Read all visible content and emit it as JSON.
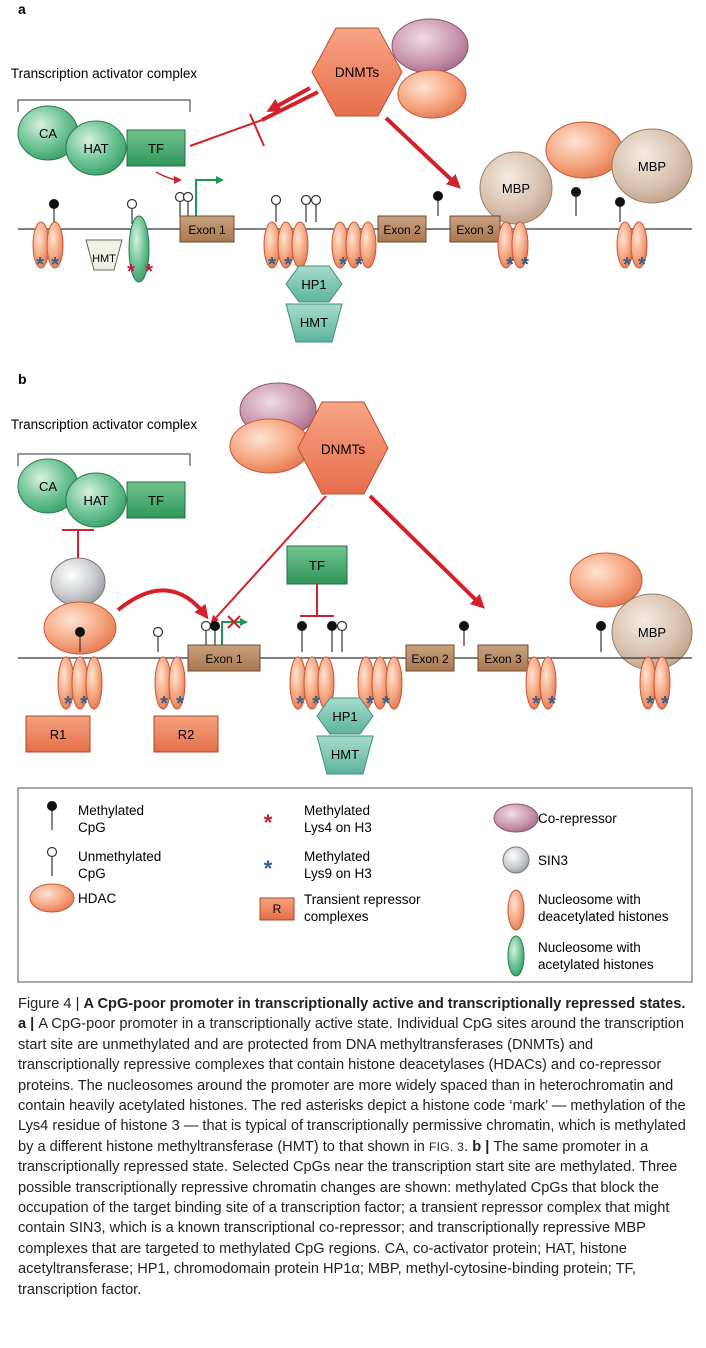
{
  "colors": {
    "nucleosome_deacetylated": "#f5a07a",
    "nucleosome_acetylated": "#5fb98a",
    "dnmt": "#f08563",
    "co_repressor": "#c890a8",
    "mbp": "#d6bfac",
    "exon": "#b88a66",
    "hp1": "#7ec8b4",
    "tf": "#42a86a",
    "arrow_red": "#d4202a",
    "arrow_green": "#1a9a50",
    "mark_red": "#c8183c",
    "mark_blue": "#34608a"
  },
  "panel_a": {
    "label": "a",
    "activator_title": "Transcription activator complex",
    "ca": "CA",
    "hat": "HAT",
    "tf": "TF",
    "dnmts": "DNMTs",
    "exon1": "Exon 1",
    "exon2": "Exon 2",
    "exon3": "Exon 3",
    "mbp": "MBP",
    "hp1": "HP1",
    "hmt": "HMT",
    "hmt_small": "HMT"
  },
  "panel_b": {
    "label": "b",
    "activator_title": "Transcription activator complex",
    "ca": "CA",
    "hat": "HAT",
    "tf": "TF",
    "tf_bound": "TF",
    "dnmts": "DNMTs",
    "exon1": "Exon 1",
    "exon2": "Exon 2",
    "exon3": "Exon 3",
    "mbp": "MBP",
    "hp1": "HP1",
    "hmt": "HMT",
    "r1": "R1",
    "r2": "R2"
  },
  "legend": {
    "methylated_cpg": "Methylated CpG",
    "unmethylated_cpg": "Unmethylated CpG",
    "hdac": "HDAC",
    "methylated_lys4": "Methylated Lys4 on H3",
    "methylated_lys9": "Methylated Lys9 on H3",
    "transient_symbol": "R",
    "transient": "Transient repressor complexes",
    "co_repressor": "Co-repressor",
    "sin3": "SIN3",
    "nuc_deacetylated": "Nucleosome with deacetylated histones",
    "nuc_acetylated": "Nucleosome with acetylated histones"
  },
  "caption": {
    "fig_label": "Figure 4 | ",
    "title": "A CpG-poor promoter in transcriptionally active and transcriptionally repressed states.",
    "part_a_label": " a | ",
    "part_a": "A CpG-poor promoter in a transcriptionally active state. Individual CpG sites around the transcription start site are unmethylated and are protected from DNA methyltransferases (DNMTs) and transcriptionally repressive complexes that contain histone deacetylases (HDACs) and co-repressor proteins. The nucleosomes around the promoter are more widely spaced than in heterochromatin and contain heavily acetylated histones. The red asterisks depict a histone code ‘mark’ — methylation of the Lys4 residue of histone 3 — that is typical of transcriptionally permissive chromatin, which is methylated by a different histone methyltransferase (HMT) to that shown in ",
    "fig_ref": "FIG. 3",
    "after_ref": ". ",
    "part_b_label": "b | ",
    "part_b": "The same promoter in a transcriptionally repressed state. Selected CpGs near the transcription start site are methylated. Three possible transcriptionally repressive chromatin changes are shown: methylated CpGs that block the occupation of the target binding site of a transcription factor; a transient repressor complex that might contain SIN3, which is a known transcriptional co-repressor; and transcriptionally repressive MBP complexes that are targeted to methylated CpG regions. CA, co-activator protein; HAT, histone acetyltransferase; HP1, chromodomain protein HP1α; MBP, methyl-cytosine-binding protein; TF, transcription factor."
  }
}
